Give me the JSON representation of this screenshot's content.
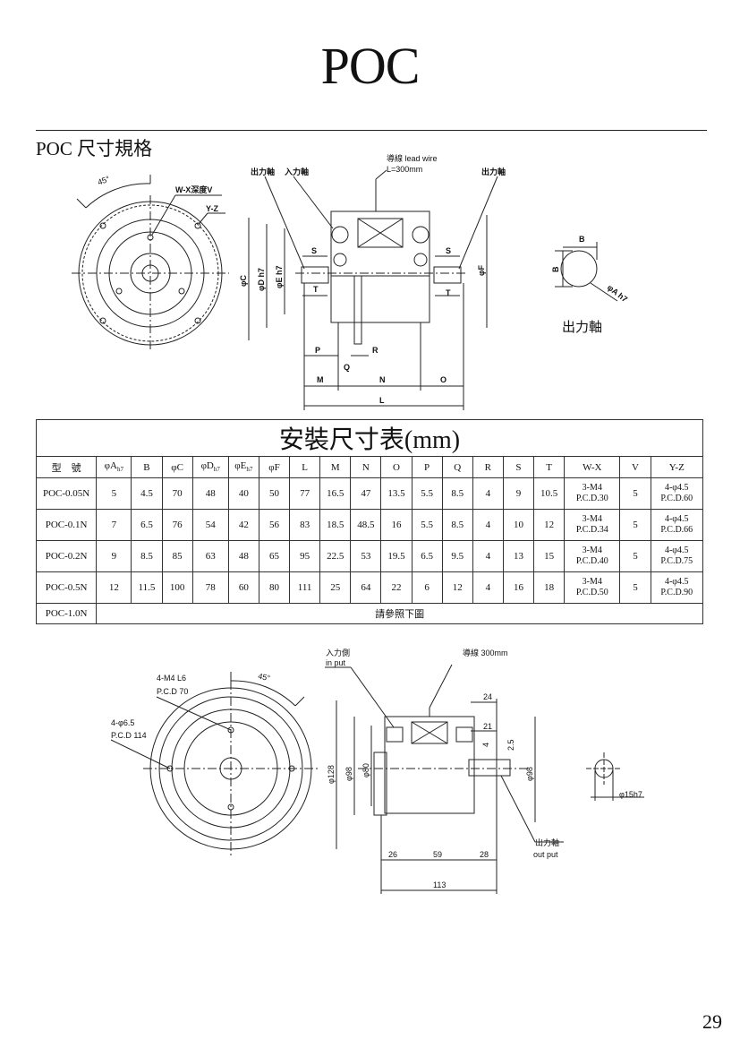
{
  "header": {
    "title": "POC"
  },
  "section": {
    "title": "POC 尺寸規格"
  },
  "drawing1": {
    "angle": "45°",
    "wx": "W-X深度V",
    "yz": "Y-Z",
    "out_shaft_1": "出力軸",
    "in_shaft": "入力軸",
    "lead_wire": "導線 lead wire",
    "lead_len": "L=300mm",
    "out_shaft_2": "出力軸",
    "dims": {
      "c": "φC",
      "dh7": "φD h7",
      "eh7": "φE h7",
      "f": "φF",
      "s1": "S",
      "s2": "S",
      "t1": "T",
      "t2": "T",
      "p": "P",
      "r": "R",
      "q": "Q",
      "m": "M",
      "n": "N",
      "o": "O",
      "l": "L"
    },
    "shaft_b1": "B",
    "shaft_b2": "B",
    "shaft_a": "φA h7",
    "shaft_label": "出力軸"
  },
  "table": {
    "caption": "安裝尺寸表(mm)",
    "headers": [
      "型　號",
      "φA",
      "B",
      "φC",
      "φD",
      "φE",
      "φF",
      "L",
      "M",
      "N",
      "O",
      "P",
      "Q",
      "R",
      "S",
      "T",
      "W-X",
      "V",
      "Y-Z"
    ],
    "h7": "h7",
    "rows": [
      [
        "POC-0.05N",
        "5",
        "4.5",
        "70",
        "48",
        "40",
        "50",
        "77",
        "16.5",
        "47",
        "13.5",
        "5.5",
        "8.5",
        "4",
        "9",
        "10.5",
        "3-M4",
        "P.C.D.30",
        "5",
        "4-φ4.5",
        "P.C.D.60"
      ],
      [
        "POC-0.1N",
        "7",
        "6.5",
        "76",
        "54",
        "42",
        "56",
        "83",
        "18.5",
        "48.5",
        "16",
        "5.5",
        "8.5",
        "4",
        "10",
        "12",
        "3-M4",
        "P.C.D.34",
        "5",
        "4-φ4.5",
        "P.C.D.66"
      ],
      [
        "POC-0.2N",
        "9",
        "8.5",
        "85",
        "63",
        "48",
        "65",
        "95",
        "22.5",
        "53",
        "19.5",
        "6.5",
        "9.5",
        "4",
        "13",
        "15",
        "3-M4",
        "P.C.D.40",
        "5",
        "4-φ4.5",
        "P.C.D.75"
      ],
      [
        "POC-0.5N",
        "12",
        "11.5",
        "100",
        "78",
        "60",
        "80",
        "111",
        "25",
        "64",
        "22",
        "6",
        "12",
        "4",
        "16",
        "18",
        "3-M4",
        "P.C.D.50",
        "5",
        "4-φ4.5",
        "P.C.D.90"
      ]
    ],
    "last_model": "POC-1.0N",
    "last_note": "請參照下圖"
  },
  "drawing2": {
    "m4": "4-M4 L6",
    "pcd70": "P.C.D 70",
    "angle": "45°",
    "d65": "4-φ6.5",
    "pcd114": "P.C.D 114",
    "input_cn": "入力側",
    "input_en": "in put",
    "lead": "導線 300mm",
    "d128": "φ128",
    "d98a": "φ98",
    "d80": "φ80",
    "d98b": "φ98",
    "d24": "24",
    "d21": "21",
    "d4": "4",
    "d25": "2.5",
    "d26": "26",
    "d59": "59",
    "d28": "28",
    "d113": "113",
    "output_cn": "出力軸",
    "output_en": "out put",
    "shaft15": "φ15h7"
  },
  "footer": {
    "page_number": "29"
  }
}
